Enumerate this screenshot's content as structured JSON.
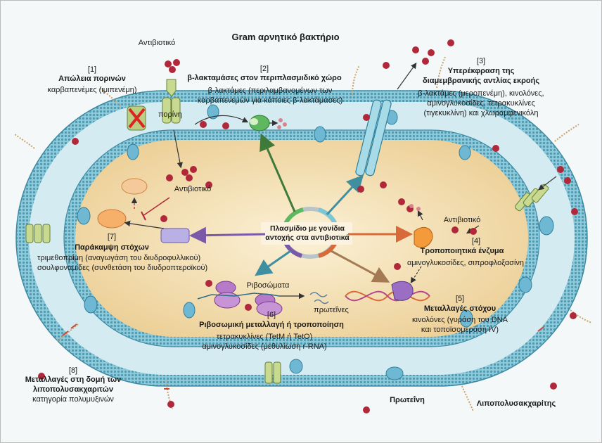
{
  "title": "Gram αρνητικό βακτήριο",
  "labels": {
    "antibiotic": "Αντιβιοτικό",
    "porin": "πορίνη",
    "plasmid": "Πλασμίδιο με γονίδια αντοχής στα αντιβιοτικά",
    "ribosomes": "Ριβοσώματα",
    "proteins": "πρωτεΐνες",
    "protein": "Πρωτεΐνη",
    "lipopolysaccharide": "Λιποπολυσακχαρίτης"
  },
  "mechanisms": [
    {
      "num": "[1]",
      "title": "Απώλεια πορινών",
      "desc": "καρβαπενέμες (ιμιπενέμη)"
    },
    {
      "num": "[2]",
      "title": "β-λακταμάσες στον περιπλασμιδικό χώρο",
      "desc": "β-λακτάμες (περιλαμβανομένων των\nκαρβαπενεμών για κάποιες β-λακτάμασες)"
    },
    {
      "num": "[3]",
      "title": "Υπερέκφραση της\nδιαμεμβρανικής αντλίας εκροής",
      "desc": "β-λακτάμες (μεροπενέμη), κινολόνες,\nαμινογλυκοσίδες, τετρακυκλίνες\n(τιγεκυκλίνη) και χλωραμφενικόλη"
    },
    {
      "num": "[4]",
      "title": "Τροποποιητικά ένζυμα",
      "desc": "αμινογλυκοσίδες, σιπροφλοξασίνη"
    },
    {
      "num": "[5]",
      "title": "Μεταλλαγές στόχου",
      "desc": "κινολόνες (γυράση του DNA\nκαι τοποϊσομεράση IV)"
    },
    {
      "num": "[6]",
      "title": "Ριβοσωμική μεταλλαγή ή τροποποίηση",
      "desc": "τετρακυκλίνες (TetM ή TetO)\nαμινογλυκοσίδες (μεθυλίωση r-RNA)"
    },
    {
      "num": "[7]",
      "title": "Παράκαμψη στόχων",
      "desc": "τριμεθοπρίμη (αναγωγάση του διυδροφυλλικού)\nσουλφοναμίδες (συνθετάση του διυδροπτεροϊκού)"
    },
    {
      "num": "[8]",
      "title": "Μεταλλαγές στη δομή των\nλιποπολυσακχαριτών",
      "desc": "κατηγορία πολυμυξινών"
    }
  ],
  "colors": {
    "membrane": "#7fc6d6",
    "periplasm": "#cfe8ee",
    "cytoplasm": "#f3dfb4",
    "antibiotic": "#b0283a",
    "arrow_green": "#3f7a3a",
    "arrow_teal": "#3f8fa0",
    "arrow_orange": "#d86a3a",
    "arrow_purple": "#7a5aa8",
    "arrow_brown": "#a47a55"
  }
}
